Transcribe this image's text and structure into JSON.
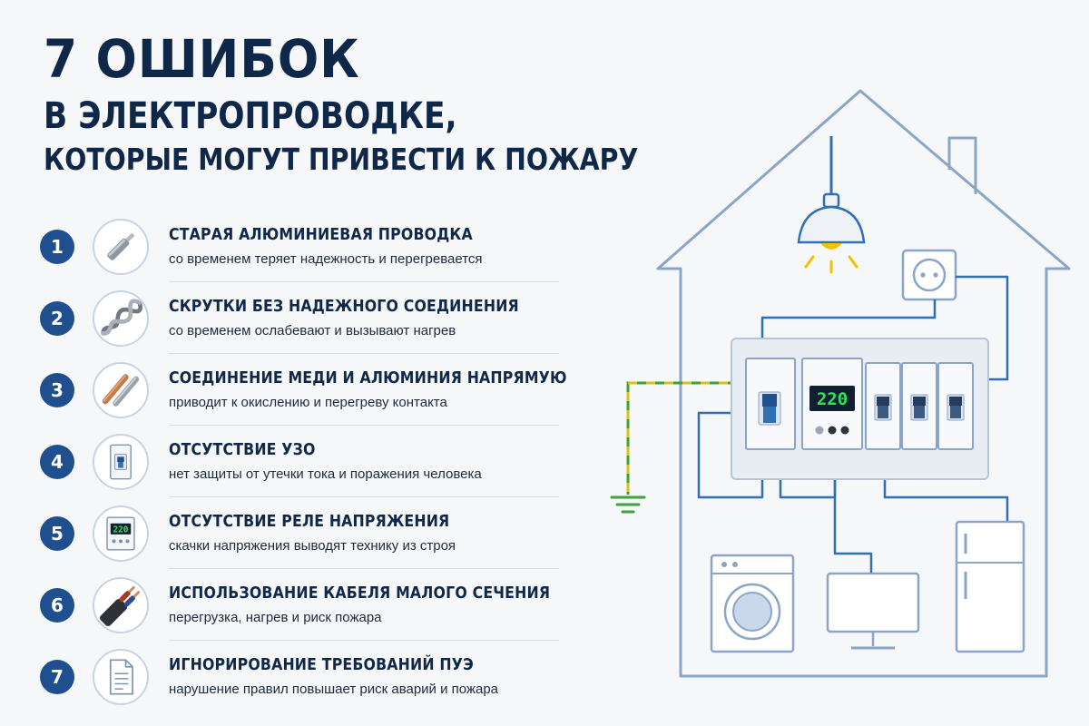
{
  "title": {
    "line1": "7 ОШИБОК",
    "line2": "В ЭЛЕКТРОПРОВОДКЕ,",
    "line3": "КОТОРЫЕ МОГУТ ПРИВЕСТИ К ПОЖАРУ"
  },
  "items": [
    {
      "num": "1",
      "icon": "aluminum-wire-icon",
      "title": "СТАРАЯ АЛЮМИНИЕВАЯ ПРОВОДКА",
      "desc": "со временем теряет надежность и перегревается"
    },
    {
      "num": "2",
      "icon": "twisted-wires-icon",
      "title": "СКРУТКИ БЕЗ НАДЕЖНОГО СОЕДИНЕНИЯ",
      "desc": "со временем ослабевают и вызывают нагрев"
    },
    {
      "num": "3",
      "icon": "copper-aluminum-wires-icon",
      "title": "СОЕДИНЕНИЕ МЕДИ И АЛЮМИНИЯ НАПРЯМУЮ",
      "desc": "приводит к окислению и перегреву контакта"
    },
    {
      "num": "4",
      "icon": "rcd-breaker-icon",
      "title": "ОТСУТСТВИЕ УЗО",
      "desc": "нет защиты от утечки тока и поражения человека"
    },
    {
      "num": "5",
      "icon": "voltage-relay-icon",
      "title": "ОТСУТСТВИЕ РЕЛЕ НАПРЯЖЕНИЯ",
      "desc": "скачки напряжения выводят технику из строя"
    },
    {
      "num": "6",
      "icon": "thin-cable-icon",
      "title": "ИСПОЛЬЗОВАНИЕ КАБЕЛЯ МАЛОГО СЕЧЕНИЯ",
      "desc": "перегрузка, нагрев и риск пожара"
    },
    {
      "num": "7",
      "icon": "document-icon",
      "title": "ИГНОРИРОВАНИЕ ТРЕБОВАНИЙ ПУЭ",
      "desc": "нарушение правил повышает риск аварий и пожара"
    }
  ],
  "relay_display": "220",
  "colors": {
    "navy": "#0f2748",
    "accent_blue": "#1f4f8e",
    "wire_blue": "#2f6fb3",
    "outline": "#8aa5c6",
    "ground_green": "#3aa33a",
    "ground_yellow": "#d8c21a",
    "lamp_yellow": "#f2c200",
    "lcd_green": "#33e05a"
  }
}
